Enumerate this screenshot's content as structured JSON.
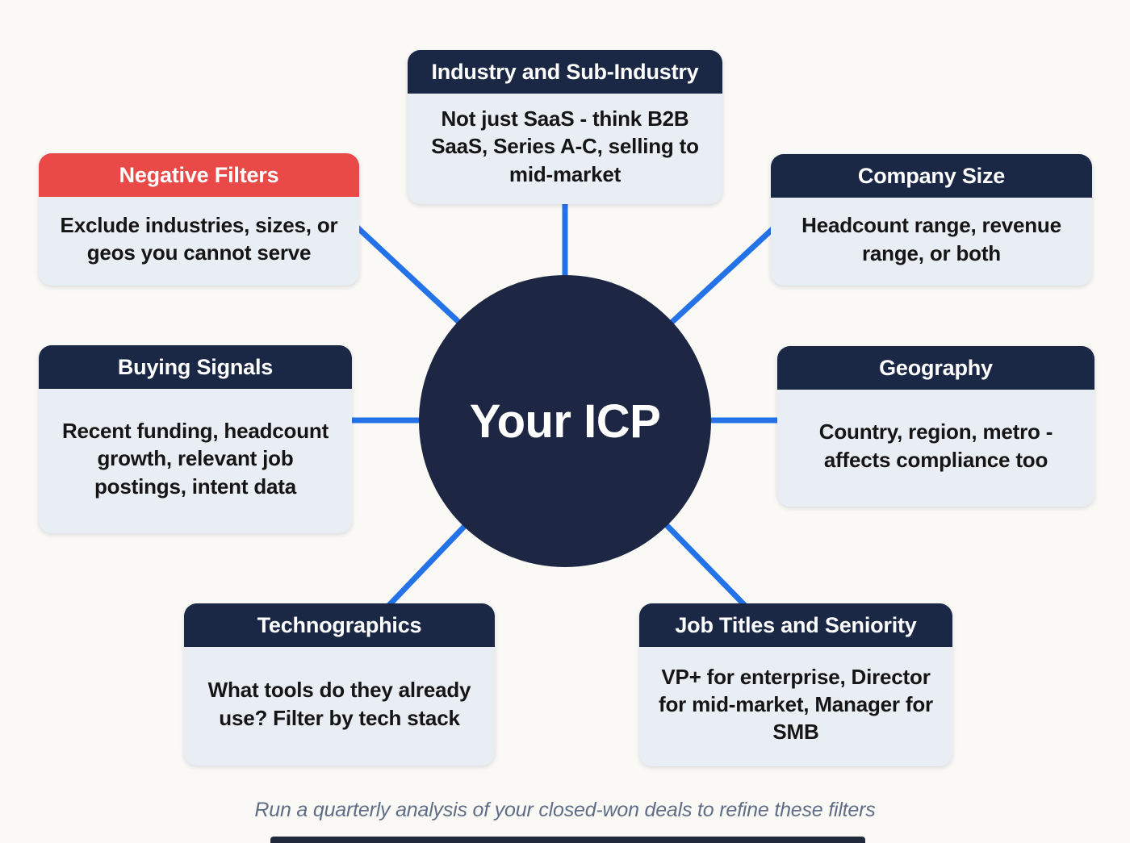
{
  "center": {
    "label": "Your ICP"
  },
  "cards": [
    {
      "id": "industry-and-sub-industry",
      "title": "Industry and Sub-Industry",
      "body": "Not just SaaS - think B2B SaaS, Series A-C, selling to mid-market",
      "accent": "#1b2845"
    },
    {
      "id": "negative-filters",
      "title": "Negative Filters",
      "body": "Exclude industries, sizes, or geos you cannot serve",
      "accent": "#e94a47"
    },
    {
      "id": "company-size",
      "title": "Company Size",
      "body": "Headcount range, revenue range, or both",
      "accent": "#1b2845"
    },
    {
      "id": "buying-signals",
      "title": "Buying Signals",
      "body": "Recent funding, headcount growth, relevant job postings, intent data",
      "accent": "#1b2845"
    },
    {
      "id": "geography",
      "title": "Geography",
      "body": "Country, region, metro - affects compliance too",
      "accent": "#1b2845"
    },
    {
      "id": "technographics",
      "title": "Technographics",
      "body": "What tools do they already use? Filter by tech stack",
      "accent": "#1b2845"
    },
    {
      "id": "job-titles-and-seniority",
      "title": "Job Titles and Seniority",
      "body": "VP+ for enterprise, Director for mid-market, Manager for SMB",
      "accent": "#1b2845"
    }
  ],
  "footer": {
    "note": "Run a quarterly analysis of your closed-won deals to refine these filters"
  },
  "colors": {
    "background": "#faf9f6",
    "navy": "#1b2845",
    "red": "#e94a47",
    "circle": "#1d2743",
    "card-body": "#e9edf4",
    "line-blue": "#2472e8",
    "body-text": "#151515",
    "header-text": "#ffffff",
    "footer-text": "#5f6e86",
    "bottom-bar": "#202a3c"
  }
}
